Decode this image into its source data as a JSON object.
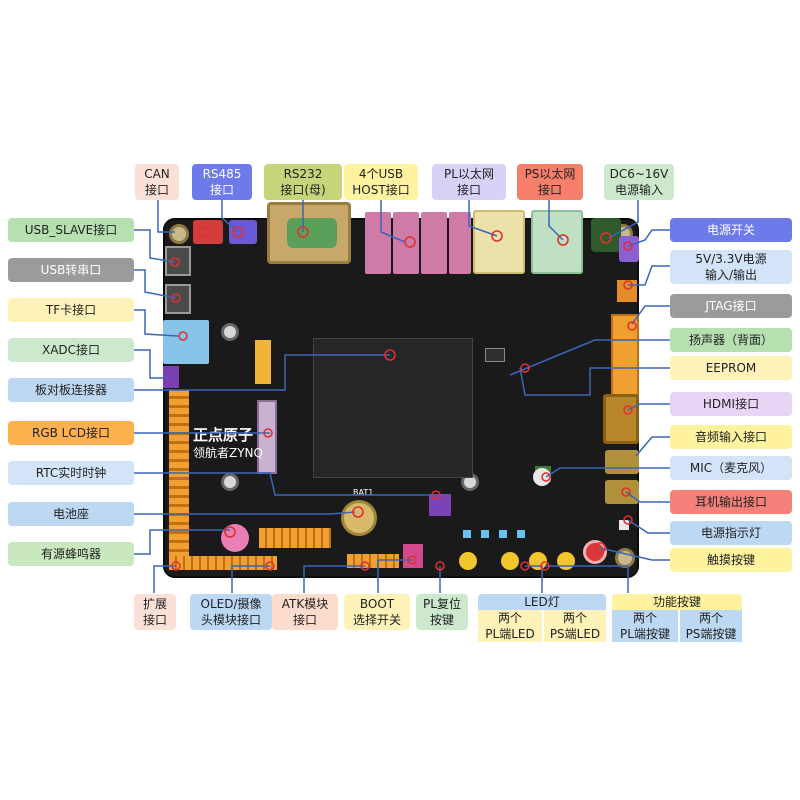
{
  "board": {
    "silk_brand": "正点原子",
    "silk_model": "领航者ZYNQ",
    "silk_bat": "BAT1"
  },
  "colors": {
    "pink": "#fbe0d8",
    "blue": "#6d7bea",
    "olive": "#c8d47a",
    "yellow": "#fff3a0",
    "lavender": "#d6d3f7",
    "salmon": "#f87e6c",
    "mint": "#cde9cd",
    "green": "#b6e0b0",
    "grey": "#9b9b9b",
    "paleyellow": "#fff2b8",
    "sky": "#bcd8f2",
    "orange": "#fcb04e",
    "red": "#f6807a",
    "lightblue": "#d3e3f8",
    "buzzgreen": "#c9e8bf",
    "peach": "#fbdccd"
  },
  "top": {
    "can": "CAN\n接口",
    "rs485": "RS485\n接口",
    "rs232": "RS232\n接口(母)",
    "usbhost": "4个USB\nHOST接口",
    "pl_eth": "PL以太网\n接口",
    "ps_eth": "PS以太网\n接口",
    "dc": "DC6~16V\n电源输入"
  },
  "left": {
    "usb_slave": "USB_SLAVE接口",
    "usb_uart": "USB转串口",
    "tf": "TF卡接口",
    "xadc": "XADC接口",
    "b2b": "板对板连接器",
    "rgb": "RGB LCD接口",
    "rtc": "RTC实时时钟",
    "battery": "电池座",
    "buzzer": "有源蜂鸣器"
  },
  "right": {
    "power_switch": "电源开关",
    "power_io": "5V/3.3V电源\n输入/输出",
    "jtag": "JTAG接口",
    "speaker": "扬声器（背面）",
    "eeprom": "EEPROM",
    "hdmi": "HDMI接口",
    "audio_in": "音频输入接口",
    "mic": "MIC（麦克风）",
    "headphone": "耳机输出接口",
    "power_led": "电源指示灯",
    "touch": "触摸按键"
  },
  "bottom": {
    "expand": "扩展\n接口",
    "oled_cam": "OLED/摄像\n头模块接口",
    "atk": "ATK模块\n接口",
    "boot": "BOOT\n选择开关",
    "pl_reset": "PL复位\n按键",
    "led_title": "LED灯",
    "led_pl": "两个\nPL端LED",
    "led_ps": "两个\nPS端LED",
    "fn_title": "功能按键",
    "fn_pl": "两个\nPL端按键",
    "fn_ps": "两个\nPS端按键"
  }
}
